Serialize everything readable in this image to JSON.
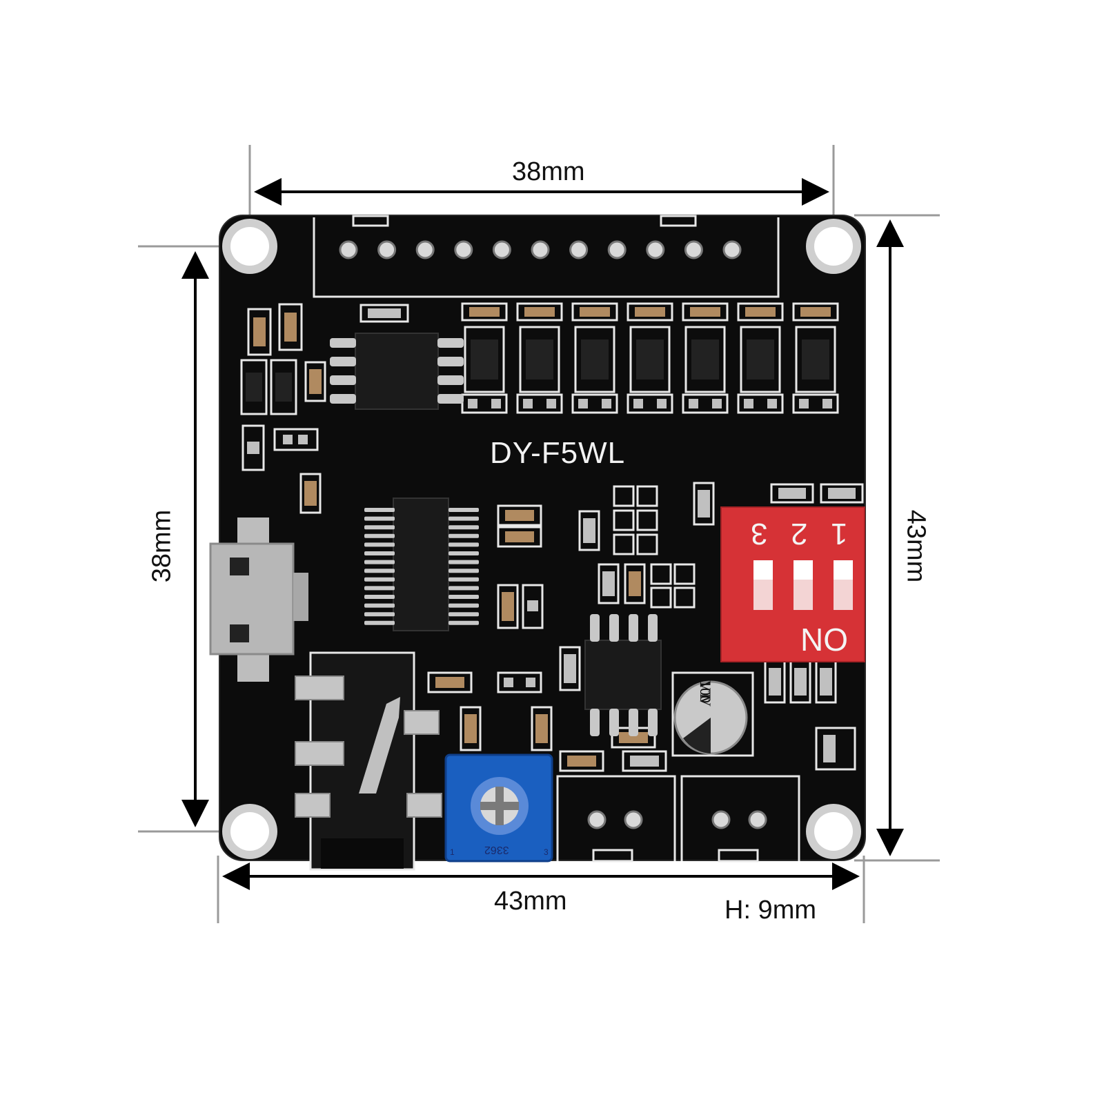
{
  "dimensions": {
    "top_width": "38mm",
    "left_height": "38mm",
    "right_height": "43mm",
    "bottom_width": "43mm",
    "height_note": "H: 9mm"
  },
  "board": {
    "model": "DY-F5WL",
    "dip_switch": {
      "positions": [
        "3",
        "2",
        "1"
      ],
      "on_label": "ON"
    },
    "potentiometer_label": "3362",
    "pot_pins": [
      "1",
      "3"
    ],
    "capacitor_lines": [
      "100",
      "10V",
      "VT"
    ]
  },
  "colors": {
    "pcb": "#0c0c0c",
    "dip_switch": "#d63236",
    "potentiometer": "#1a5fc0",
    "dimension_lines": "#9a9a9a"
  }
}
